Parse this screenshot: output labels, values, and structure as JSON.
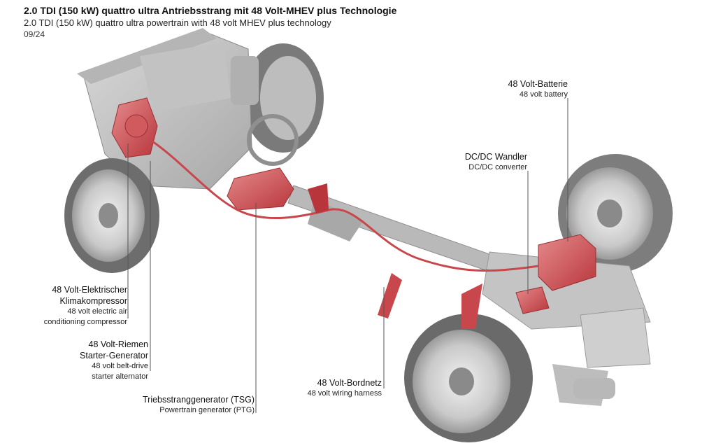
{
  "header": {
    "title_de": "2.0 TDI (150 kW) quattro ultra Antriebsstrang mit 48 Volt-MHEV plus Technologie",
    "title_en": "2.0 TDI (150 kW) quattro ultra powertrain with 48 volt MHEV plus technology",
    "date": "09/24"
  },
  "labels": {
    "battery": {
      "de": "48 Volt-Batterie",
      "en": "48 volt battery"
    },
    "dcdc": {
      "de": "DC/DC Wandler",
      "en": "DC/DC converter"
    },
    "compressor": {
      "de_1": "48 Volt-Elektrischer",
      "de_2": "Klimakompressor",
      "en_1": "48 volt electric air",
      "en_2": "conditioning compressor"
    },
    "starter": {
      "de_1": "48 Volt-Riemen",
      "de_2": "Starter-Generator",
      "en_1": "48 volt belt-drive",
      "en_2": "starter alternator"
    },
    "tsg": {
      "de": "Triebsstranggenerator (TSG)",
      "en": "Powertrain generator (PTG)"
    },
    "wiring": {
      "de": "48 Volt-Bordnetz",
      "en": "48 volt wiring harness"
    }
  },
  "colors": {
    "highlight_red": "#c8474c",
    "chassis_gray": "#9a9a9a",
    "tire_dark": "#6d6d6d",
    "leader_line": "#555555"
  }
}
